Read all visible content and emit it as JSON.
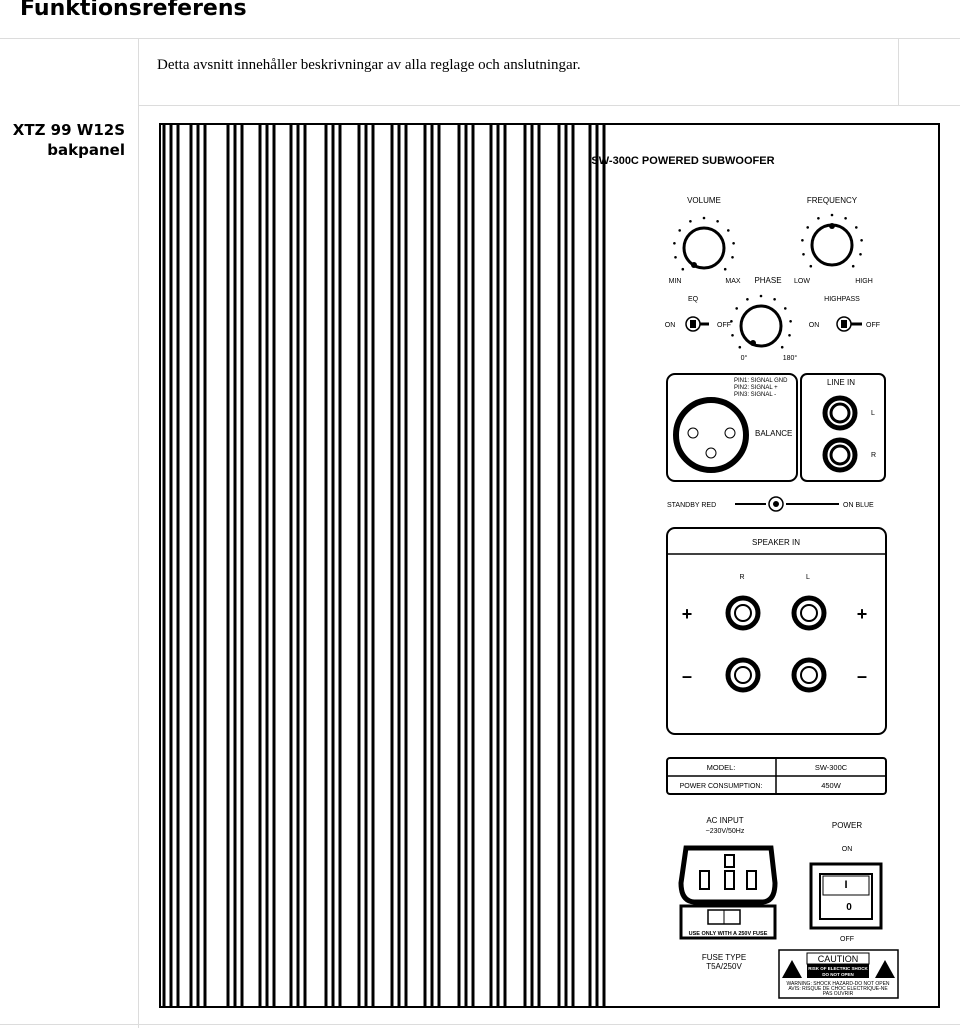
{
  "page": {
    "title": "Funktionsreferens",
    "intro": "Detta avsnitt innehåller beskrivningar av alla reglage och anslutningar.",
    "side_label_line1": "XTZ 99 W12S",
    "side_label_line2": "bakpanel"
  },
  "panel": {
    "heading": "SW-300C   POWERED SUBWOOFER",
    "volume": "VOLUME",
    "frequency": "FREQUENCY",
    "min": "MIN",
    "max": "MAX",
    "phase": "PHASE",
    "low": "LOW",
    "high": "HIGH",
    "eq": "EQ",
    "highpass": "HIGHPASS",
    "on": "ON",
    "off": "OFF",
    "phase_0": "0°",
    "phase_180": "180°",
    "pin1": "PIN1: SIGNAL  GND",
    "pin2": "PIN2: SIGNAL +",
    "pin3": "PIN3: SIGNAL -",
    "balance": "BALANCE",
    "line_in": "LINE IN",
    "l": "L",
    "r": "R",
    "standby": "STANDBY  RED",
    "on_blue": "ON BLUE",
    "speaker_in": "SPEAKER  IN",
    "plus": "+",
    "minus": "–",
    "model_label": "MODEL:",
    "model_value": "SW-300C",
    "power_label": "POWER CONSUMPTION:",
    "power_value": "450W",
    "ac_input": "AC INPUT",
    "ac_voltage": "~230V/50Hz",
    "use_only": "USE ONLY WITH A 250V FUSE",
    "fuse_type": "FUSE TYPE",
    "fuse_value": "T5A/250V",
    "power": "POWER",
    "switch_on": "ON",
    "switch_off": "OFF",
    "switch_i": "I",
    "switch_o": "0",
    "caution": "CAUTION",
    "caution_1": "RISK OF ELECTRIC SHOCK",
    "caution_2": "DO NOT OPEN",
    "warning_1": "WARNING: SHOCK HAZARD-DO NOT OPEN",
    "warning_2": "AVIS: RISQUE DE CHOC ELECTRIQUE-NE",
    "warning_3": "PAS OUVRIR"
  }
}
